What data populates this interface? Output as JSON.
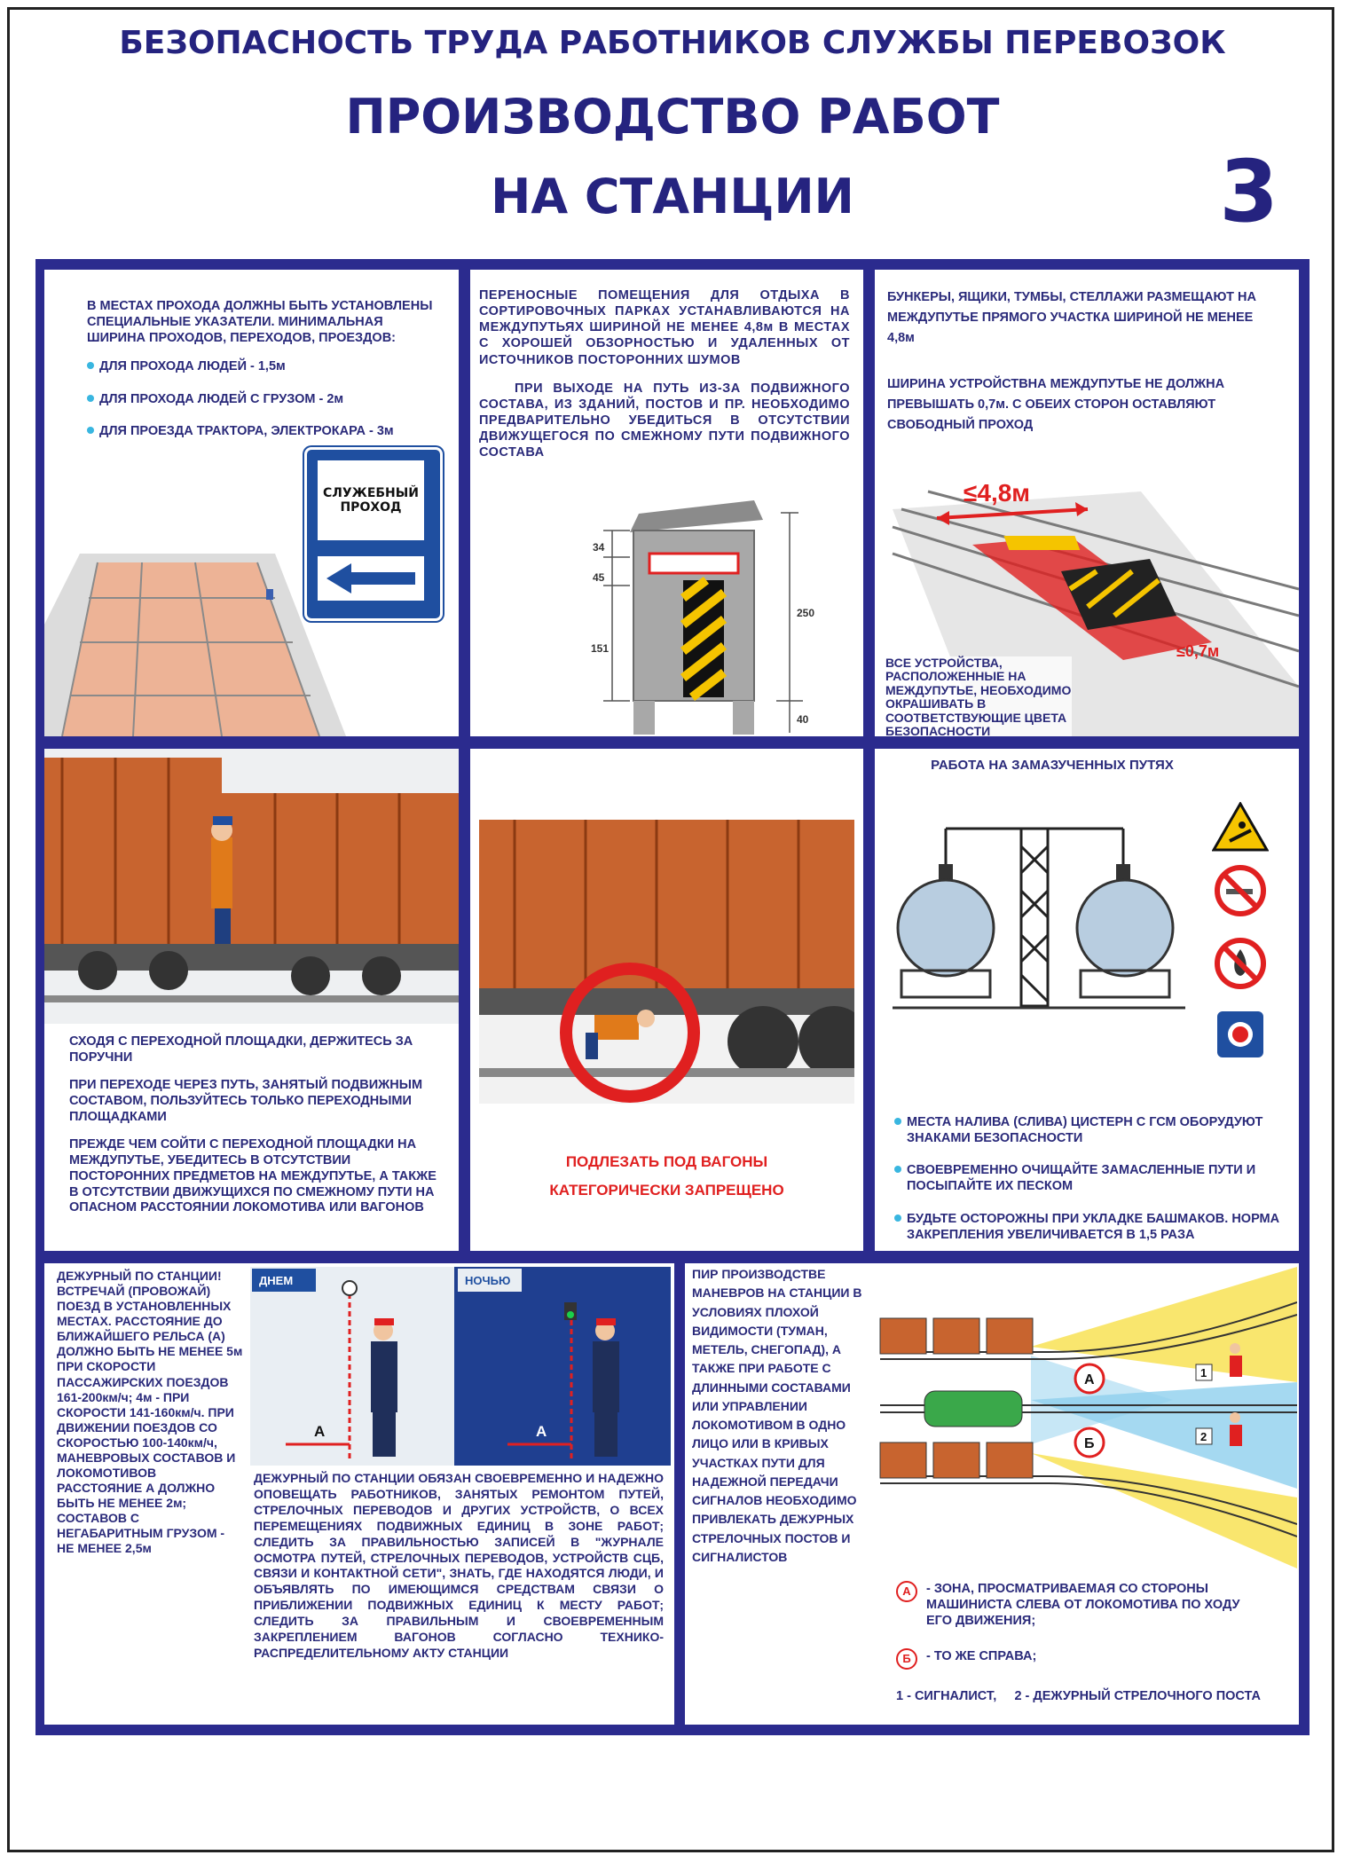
{
  "header": {
    "subtitle": "БЕЗОПАСНОСТЬ ТРУДА РАБОТНИКОВ СЛУЖБЫ ПЕРЕВОЗОК",
    "title_line1": "ПРОИЗВОДСТВО РАБОТ",
    "title_line2": "НА СТАНЦИИ",
    "sheet_number": "3"
  },
  "panel1": {
    "intro": "В МЕСТАХ ПРОХОДА ДОЛЖНЫ БЫТЬ УСТАНОВЛЕНЫ СПЕЦИАЛЬНЫЕ УКАЗАТЕЛИ. МИНИМАЛЬНАЯ ШИРИНА ПРОХОДОВ, ПЕРЕХОДОВ, ПРОЕЗДОВ:",
    "bullets": [
      "ДЛЯ ПРОХОДА ЛЮДЕЙ - 1,5м",
      "ДЛЯ ПРОХОДА ЛЮДЕЙ С ГРУЗОМ - 2м",
      "ДЛЯ ПРОЕЗДА ТРАКТОРА, ЭЛЕКТРОКАРА - 3м"
    ],
    "sign_line1": "СЛУЖЕБНЫЙ",
    "sign_line2": "ПРОХОД"
  },
  "panel2": {
    "text1": "ПЕРЕНОСНЫЕ ПОМЕЩЕНИЯ ДЛЯ ОТДЫХА В СОРТИРОВОЧНЫХ ПАРКАХ УСТАНАВЛИВАЮТСЯ НА МЕЖДУПУТЬЯХ ШИРИНОЙ НЕ МЕНЕЕ 4,8м В МЕСТАХ С ХОРОШЕЙ ОБЗОРНОСТЬЮ И УДАЛЕННЫХ ОТ ИСТОЧНИКОВ ПОСТОРОННИХ ШУМОВ",
    "text2": "ПРИ ВЫХОДЕ НА ПУТЬ ИЗ-ЗА ПОДВИЖНОГО СОСТАВА, ИЗ ЗДАНИЙ, ПОСТОВ И ПР. НЕОБХОДИМО ПРЕДВАРИТЕЛЬНО УБЕДИТЬСЯ В ОТСУТСТВИИ ДВИЖУЩЕГОСЯ ПО СМЕЖНОМУ ПУТИ ПОДВИЖНОГО СОСТАВА",
    "dims": [
      "34",
      "45",
      "151",
      "250",
      "40"
    ]
  },
  "panel3": {
    "text1": "БУНКЕРЫ, ЯЩИКИ, ТУМБЫ, СТЕЛЛАЖИ РАЗМЕЩАЮТ НА МЕЖДУПУТЬЕ ПРЯМОГО УЧАСТКА ШИРИНОЙ НЕ МЕНЕЕ 4,8м",
    "text2": "ШИРИНА УСТРОЙСТВНА МЕЖДУПУТЬЕ НЕ ДОЛЖНА ПРЕВЫШАТЬ 0,7м. С ОБЕИХ СТОРОН ОСТАВЛЯЮТ СВОБОДНЫЙ ПРОХОД",
    "dim_large": "≤4,8м",
    "dim_small": "≤0,7м",
    "text3": "ВСЕ УСТРОЙСТВА, РАСПОЛОЖЕННЫЕ НА МЕЖДУПУТЬЕ, НЕОБХОДИМО ОКРАШИВАТЬ В СООТВЕТСТВУЮЩИЕ ЦВЕТА БЕЗОПАСНОСТИ"
  },
  "panel4": {
    "p1": "СХОДЯ С ПЕРЕХОДНОЙ ПЛОЩАДКИ, ДЕРЖИТЕСЬ ЗА ПОРУЧНИ",
    "p2": "ПРИ ПЕРЕХОДЕ ЧЕРЕЗ ПУТЬ, ЗАНЯТЫЙ ПОДВИЖНЫМ СОСТАВОМ, ПОЛЬЗУЙТЕСЬ ТОЛЬКО ПЕРЕХОДНЫМИ ПЛОЩАДКАМИ",
    "p3": "ПРЕЖДЕ ЧЕМ СОЙТИ С ПЕРЕХОДНОЙ ПЛОЩАДКИ НА МЕЖДУПУТЬЕ, УБЕДИТЕСЬ В ОТСУТСТВИИ ПОСТОРОННИХ ПРЕДМЕТОВ НА МЕЖДУПУТЬЕ, А ТАКЖЕ В ОТСУТСТВИИ ДВИЖУЩИХСЯ ПО СМЕЖНОМУ ПУТИ НА ОПАСНОМ РАССТОЯНИИ ЛОКОМОТИВА ИЛИ ВАГОНОВ"
  },
  "panel5": {
    "warn1": "ПОДЛЕЗАТЬ ПОД ВАГОНЫ",
    "warn2": "КАТЕГОРИЧЕСКИ ЗАПРЕЩЕНО"
  },
  "panel6": {
    "title": "РАБОТА НА ЗАМАЗУЧЕННЫХ ПУТЯХ",
    "bullets": [
      "МЕСТА НАЛИВА (СЛИВА) ЦИСТЕРН С ГСМ ОБОРУДУЮТ ЗНАКАМИ БЕЗОПАСНОСТИ",
      "СВОЕВРЕМЕННО ОЧИЩАЙТЕ ЗАМАСЛЕННЫЕ ПУТИ И ПОСЫПАЙТЕ ИХ ПЕСКОМ",
      "БУДЬТЕ ОСТОРОЖНЫ ПРИ УКЛАДКЕ БАШМАКОВ. НОРМА ЗАКРЕПЛЕНИЯ УВЕЛИЧИВАЕТСЯ В 1,5 РАЗА"
    ]
  },
  "panel7": {
    "left_text": "ДЕЖУРНЫЙ ПО СТАНЦИИ! ВСТРЕЧАЙ (ПРОВОЖАЙ) ПОЕЗД В УСТАНОВЛЕННЫХ МЕСТАХ. РАССТОЯНИЕ ДО БЛИЖАЙШЕГО РЕЛЬСА (А) ДОЛЖНО БЫТЬ НЕ МЕНЕЕ 5м ПРИ СКОРОСТИ ПАССАЖИРСКИХ ПОЕЗДОВ 161-200км/ч; 4м - ПРИ СКОРОСТИ 141-160км/ч. ПРИ ДВИЖЕНИИ ПОЕЗДОВ СО СКОРОСТЬЮ 100-140км/ч, МАНЕВРОВЫХ СОСТАВОВ И ЛОКОМОТИВОВ РАССТОЯНИЕ А ДОЛЖНО БЫТЬ НЕ МЕНЕЕ 2м; СОСТАВОВ С НЕГАБАРИТНЫМ ГРУЗОМ - НЕ МЕНЕЕ 2,5м",
    "day_label": "ДНЕМ",
    "night_label": "НОЧЬЮ",
    "marker": "А",
    "bottom_text": "ДЕЖУРНЫЙ ПО СТАНЦИИ ОБЯЗАН СВОЕВРЕМЕННО И НАДЕЖНО ОПОВЕЩАТЬ РАБОТНИКОВ, ЗАНЯТЫХ РЕМОНТОМ ПУТЕЙ, СТРЕЛОЧНЫХ ПЕРЕВОДОВ И ДРУГИХ УСТРОЙСТВ, О ВСЕХ ПЕРЕМЕЩЕНИЯХ ПОДВИЖНЫХ ЕДИНИЦ В ЗОНЕ РАБОТ; СЛЕДИТЬ ЗА ПРАВИЛЬНОСТЬЮ ЗАПИСЕЙ В \"ЖУРНАЛЕ ОСМОТРА ПУТЕЙ, СТРЕЛОЧНЫХ ПЕРЕВОДОВ, УСТРОЙСТВ СЦБ, СВЯЗИ И КОНТАКТНОЙ СЕТИ\", ЗНАТЬ, ГДЕ НАХОДЯТСЯ ЛЮДИ, И ОБЪЯВЛЯТЬ ПО ИМЕЮЩИМСЯ СРЕДСТВАМ СВЯЗИ О ПРИБЛИЖЕНИИ ПОДВИЖНЫХ ЕДИНИЦ К МЕСТУ РАБОТ; СЛЕДИТЬ ЗА ПРАВИЛЬНЫМ И СВОЕВРЕМЕННЫМ ЗАКРЕПЛЕНИЕМ ВАГОНОВ СОГЛАСНО ТЕХНИКО-РАСПРЕДЕЛИТЕЛЬНОМУ АКТУ СТАНЦИИ"
  },
  "panel8": {
    "left_text": "ПИР ПРОИЗВОДСТВЕ МАНЕВРОВ НА СТАНЦИИ В УСЛОВИЯХ ПЛОХОЙ ВИДИМОСТИ (ТУМАН, МЕТЕЛЬ, СНЕГОПАД), А ТАКЖЕ ПРИ РАБОТЕ С ДЛИННЫМИ СОСТАВАМИ ИЛИ УПРАВЛЕНИИ ЛОКОМОТИВОМ В ОДНО ЛИЦО ИЛИ В КРИВЫХ УЧАСТКАХ ПУТИ ДЛЯ НАДЕЖНОЙ ПЕРЕДАЧИ СИГНАЛОВ НЕОБХОДИМО ПРИВЛЕКАТЬ ДЕЖУРНЫХ СТРЕЛОЧНЫХ ПОСТОВ И СИГНАЛИСТОВ",
    "zone_a": "А",
    "zone_b": "Б",
    "n1": "1",
    "n2": "2",
    "legend_a": "- ЗОНА, ПРОСМАТРИВАЕМАЯ СО СТОРОНЫ МАШИНИСТА СЛЕВА ОТ ЛОКОМОТИВА ПО ХОДУ ЕГО ДВИЖЕНИЯ;",
    "legend_b": "- ТО ЖЕ СПРАВА;",
    "legend_nums": "1 - СИГНАЛИСТ,     2 - ДЕЖУРНЫЙ СТРЕЛОЧНОГО ПОСТА"
  },
  "colors": {
    "navy": "#2b2b8e",
    "title": "#25237f",
    "text": "#2a2a7a",
    "red": "#e02020",
    "wagon": "#c8642f",
    "bullet": "#39b6e0"
  }
}
